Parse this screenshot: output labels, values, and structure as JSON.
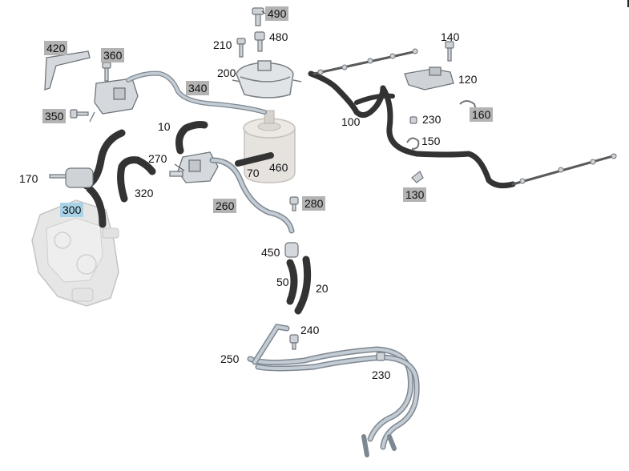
{
  "diagram": {
    "selected_part": "300",
    "colors": {
      "hose": "#3a3a3a",
      "hose_light": "#5a5a5a",
      "pipe": "#b9c2cb",
      "pipe_outline": "#7d8791",
      "part": "#cfd3d7",
      "part_outline": "#7a7f84",
      "pump": "#e1e1e1",
      "filter": "#e3e0dc",
      "label_box": "#b3b3b3",
      "label_selected": "#a8d3e6"
    },
    "callouts": [
      {
        "id": "490",
        "text": "490",
        "boxed": true
      },
      {
        "id": "480",
        "text": "480",
        "boxed": false
      },
      {
        "id": "210",
        "text": "210",
        "boxed": false
      },
      {
        "id": "200",
        "text": "200",
        "boxed": false
      },
      {
        "id": "420",
        "text": "420",
        "boxed": true
      },
      {
        "id": "360",
        "text": "360",
        "boxed": true
      },
      {
        "id": "340",
        "text": "340",
        "boxed": true
      },
      {
        "id": "350",
        "text": "350",
        "boxed": true
      },
      {
        "id": "10",
        "text": "10",
        "boxed": false
      },
      {
        "id": "270",
        "text": "270",
        "boxed": false
      },
      {
        "id": "170",
        "text": "170",
        "boxed": false
      },
      {
        "id": "320",
        "text": "320",
        "boxed": false
      },
      {
        "id": "70",
        "text": "70",
        "boxed": false
      },
      {
        "id": "460",
        "text": "460",
        "boxed": false
      },
      {
        "id": "300",
        "text": "300",
        "boxed": true
      },
      {
        "id": "260",
        "text": "260",
        "boxed": true
      },
      {
        "id": "280",
        "text": "280",
        "boxed": true
      },
      {
        "id": "140",
        "text": "140",
        "boxed": false
      },
      {
        "id": "120",
        "text": "120",
        "boxed": false
      },
      {
        "id": "160",
        "text": "160",
        "boxed": true
      },
      {
        "id": "100",
        "text": "100",
        "boxed": false
      },
      {
        "id": "230a",
        "text": "230",
        "boxed": false
      },
      {
        "id": "150",
        "text": "150",
        "boxed": false
      },
      {
        "id": "130",
        "text": "130",
        "boxed": true
      },
      {
        "id": "450",
        "text": "450",
        "boxed": false
      },
      {
        "id": "50",
        "text": "50",
        "boxed": false
      },
      {
        "id": "20",
        "text": "20",
        "boxed": false
      },
      {
        "id": "240",
        "text": "240",
        "boxed": false
      },
      {
        "id": "250",
        "text": "250",
        "boxed": false
      },
      {
        "id": "230b",
        "text": "230",
        "boxed": false
      }
    ]
  }
}
